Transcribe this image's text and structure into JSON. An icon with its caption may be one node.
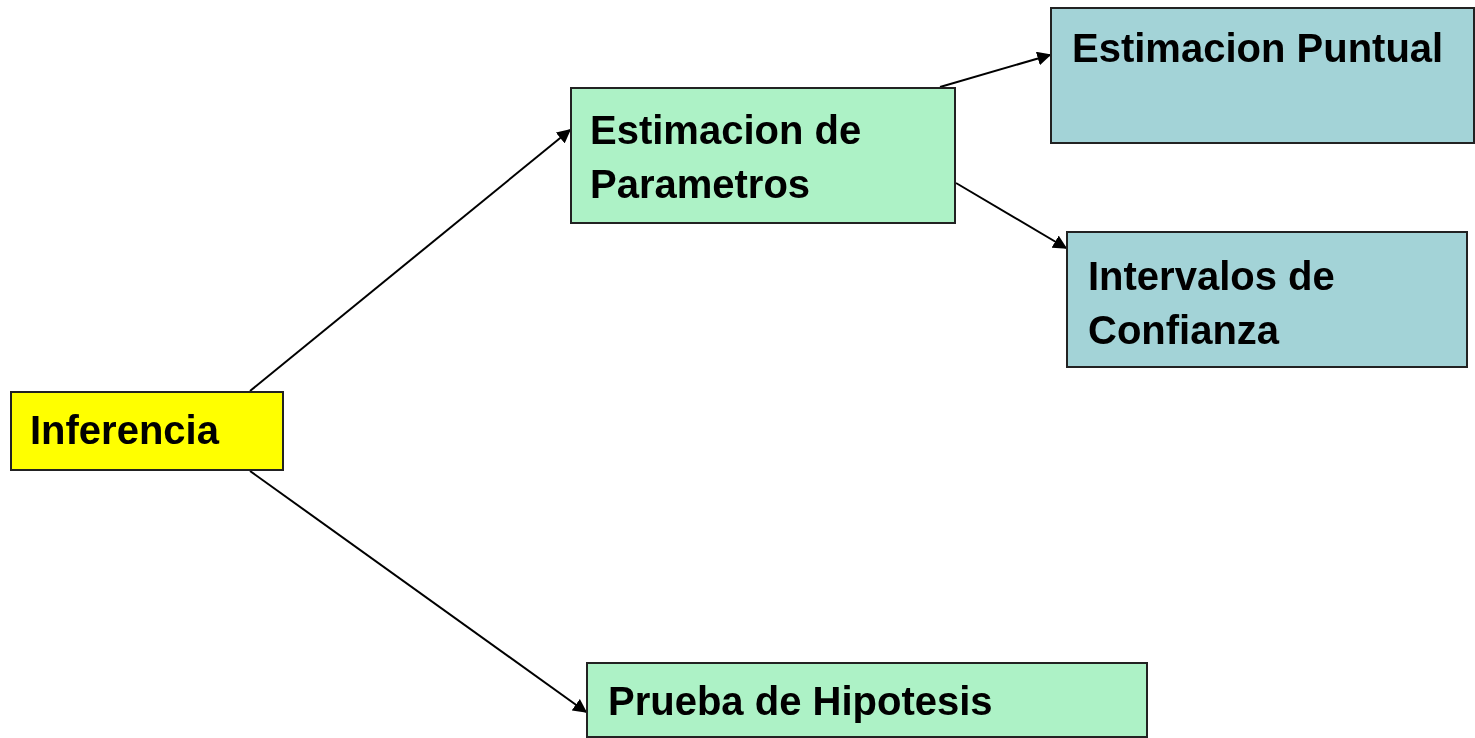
{
  "diagram": {
    "nodes": [
      {
        "text": [
          "Inferencia"
        ]
      },
      {
        "text": [
          "Estimacion de Parametros"
        ]
      },
      {
        "text": [
          "Estimacion Puntual"
        ]
      },
      {
        "text": [
          "Intervalos de Confianza"
        ]
      },
      {
        "text": [
          "Prueba de Hipotesis"
        ]
      }
    ],
    "edges": [
      {
        "from": 0,
        "to": 1,
        "arrow": "to"
      },
      {
        "from": 0,
        "to": 4,
        "arrow": "to"
      },
      {
        "from": 1,
        "to": 2,
        "arrow": "to"
      },
      {
        "from": 1,
        "to": 3,
        "arrow": "to"
      }
    ]
  }
}
